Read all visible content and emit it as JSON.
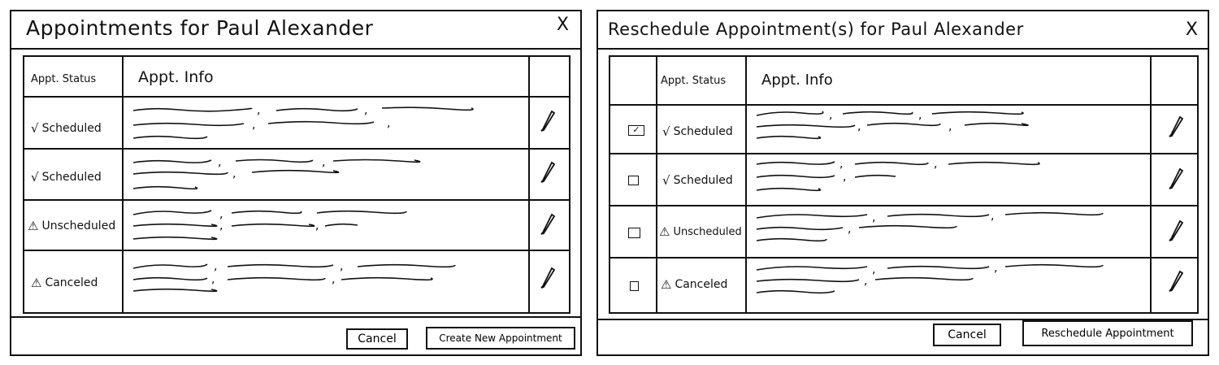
{
  "left_panel": {
    "title": "Appointments for Paul Alexander",
    "close_label": "X",
    "table": {
      "headers": {
        "status": "Appt. Status",
        "info": "Appt. Info"
      },
      "rows": [
        {
          "status_icon": "√",
          "status": "Scheduled"
        },
        {
          "status_icon": "√",
          "status": "Scheduled"
        },
        {
          "status_icon": "⚠",
          "status": "Unscheduled"
        },
        {
          "status_icon": "⚠",
          "status": "Canceled"
        }
      ]
    },
    "buttons": {
      "cancel": "Cancel",
      "create": "Create New Appointment"
    }
  },
  "right_panel": {
    "title": "Reschedule Appointment(s) for Paul Alexander",
    "close_label": "X",
    "table": {
      "headers": {
        "status": "Appt. Status",
        "info": "Appt. Info"
      },
      "rows": [
        {
          "checked": true,
          "status_icon": "√",
          "status": "Scheduled"
        },
        {
          "checked": false,
          "status_icon": "√",
          "status": "Scheduled"
        },
        {
          "checked": false,
          "status_icon": "⚠",
          "status": "Unscheduled"
        },
        {
          "checked": false,
          "status_icon": "⚠",
          "status": "Canceled"
        }
      ]
    },
    "buttons": {
      "cancel": "Cancel",
      "reschedule": "Reschedule Appointment"
    }
  },
  "icons": {
    "close": "close-icon",
    "edit": "pencil-icon",
    "scheduled": "checkmark-icon",
    "warning": "warning-triangle-icon"
  }
}
